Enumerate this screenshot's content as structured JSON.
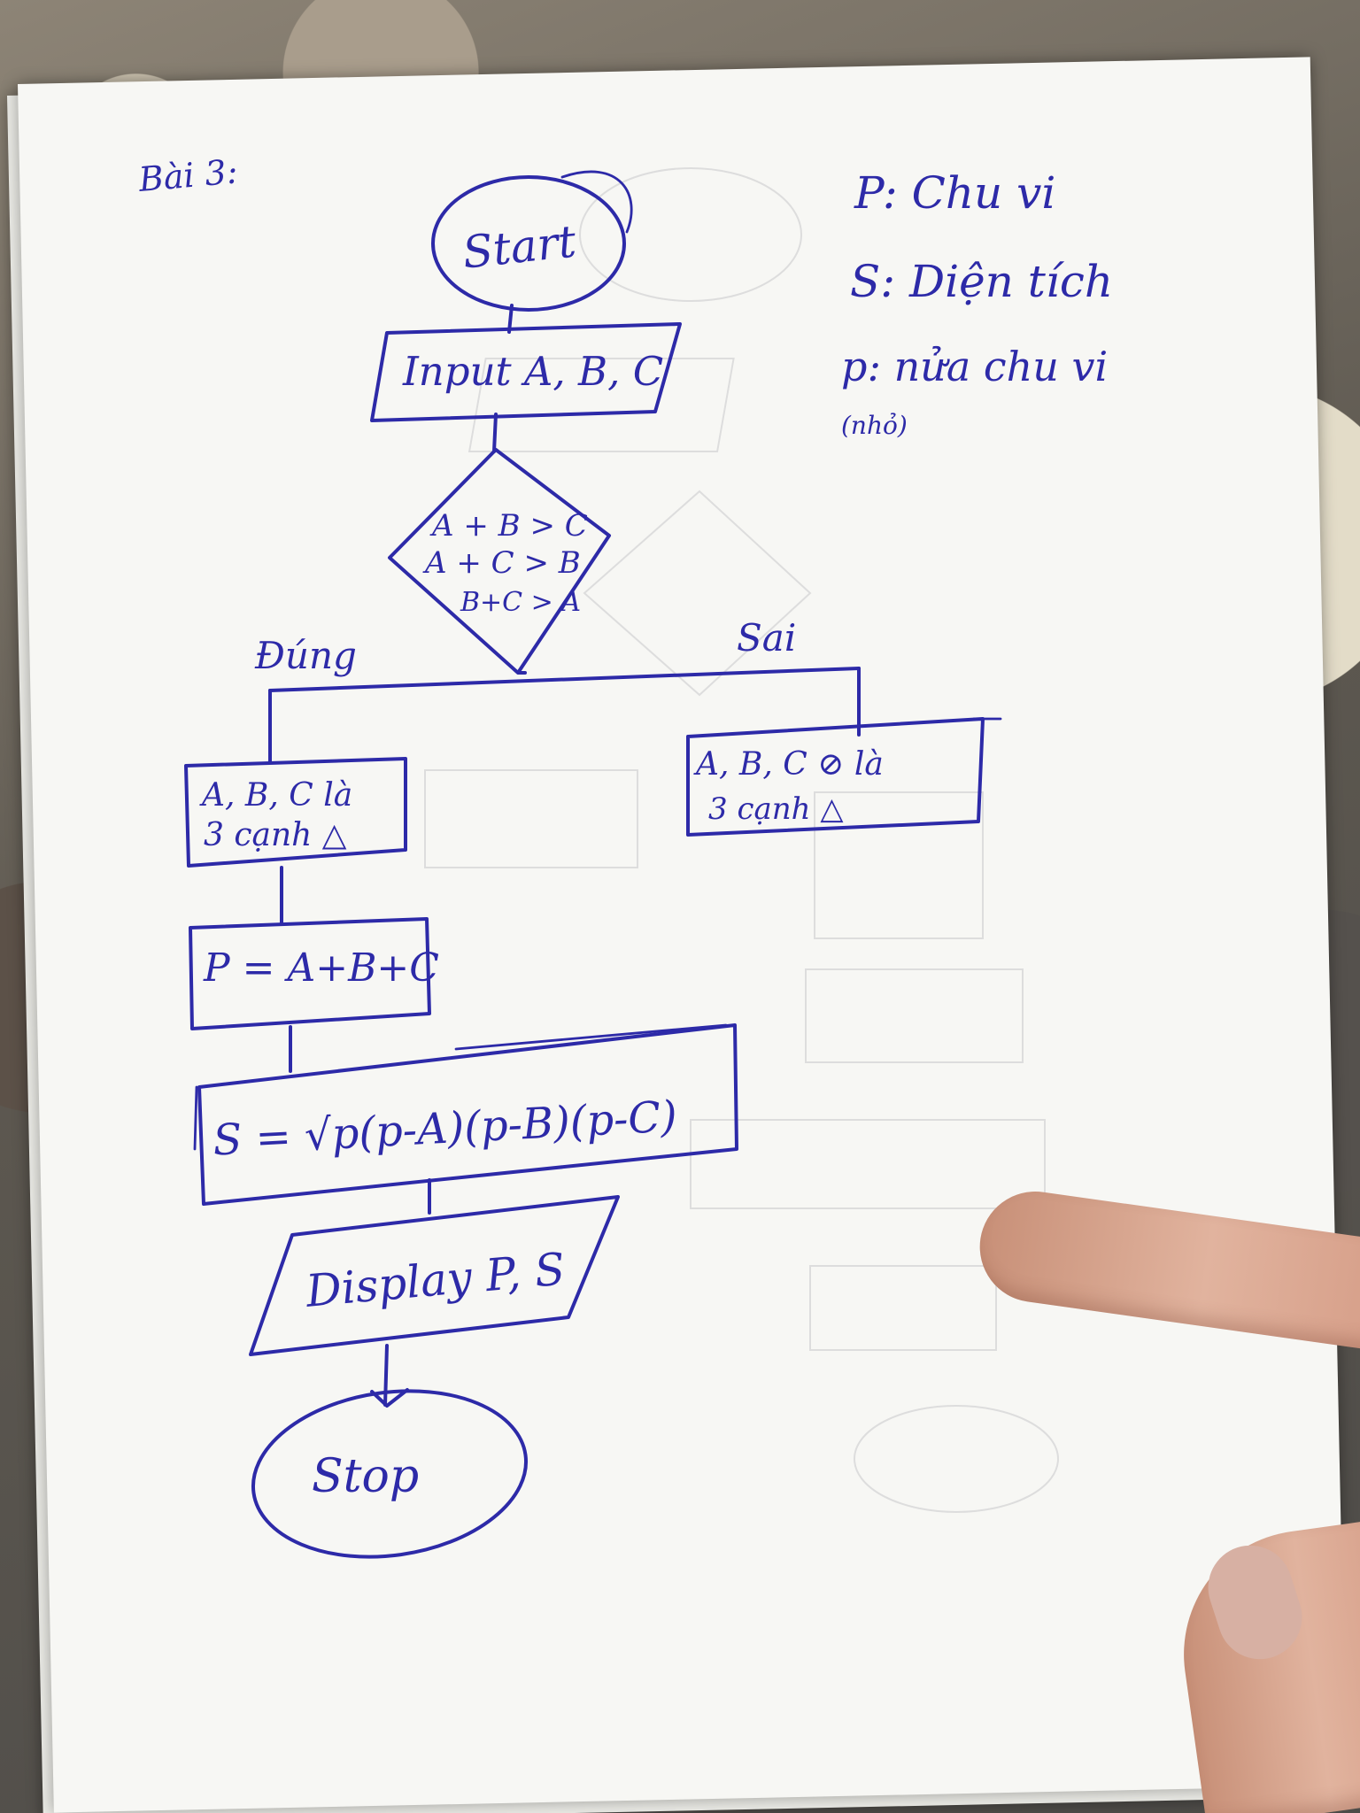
{
  "header": {
    "title": "Bài 3:"
  },
  "legend": {
    "p_upper": "P: Chu vi",
    "s": "S: Diện tích",
    "p_lower": "p: nửa chu vi",
    "p_note": "(nhỏ)"
  },
  "flowchart": {
    "start": "Start",
    "input": "Input A, B, C",
    "condition": [
      "A + B > C",
      "A + C > B",
      "B+C > A"
    ],
    "true_label": "Đúng",
    "false_label": "Sai",
    "true_box": [
      "A, B, C là",
      "3 cạnh △"
    ],
    "false_box": [
      "A, B, C ⊘ là",
      "3 cạnh △"
    ],
    "perimeter": "P = A+B+C",
    "area": "S = √p(p-A)(p-B)(p-C)",
    "display": "Display P, S",
    "stop": "Stop"
  }
}
